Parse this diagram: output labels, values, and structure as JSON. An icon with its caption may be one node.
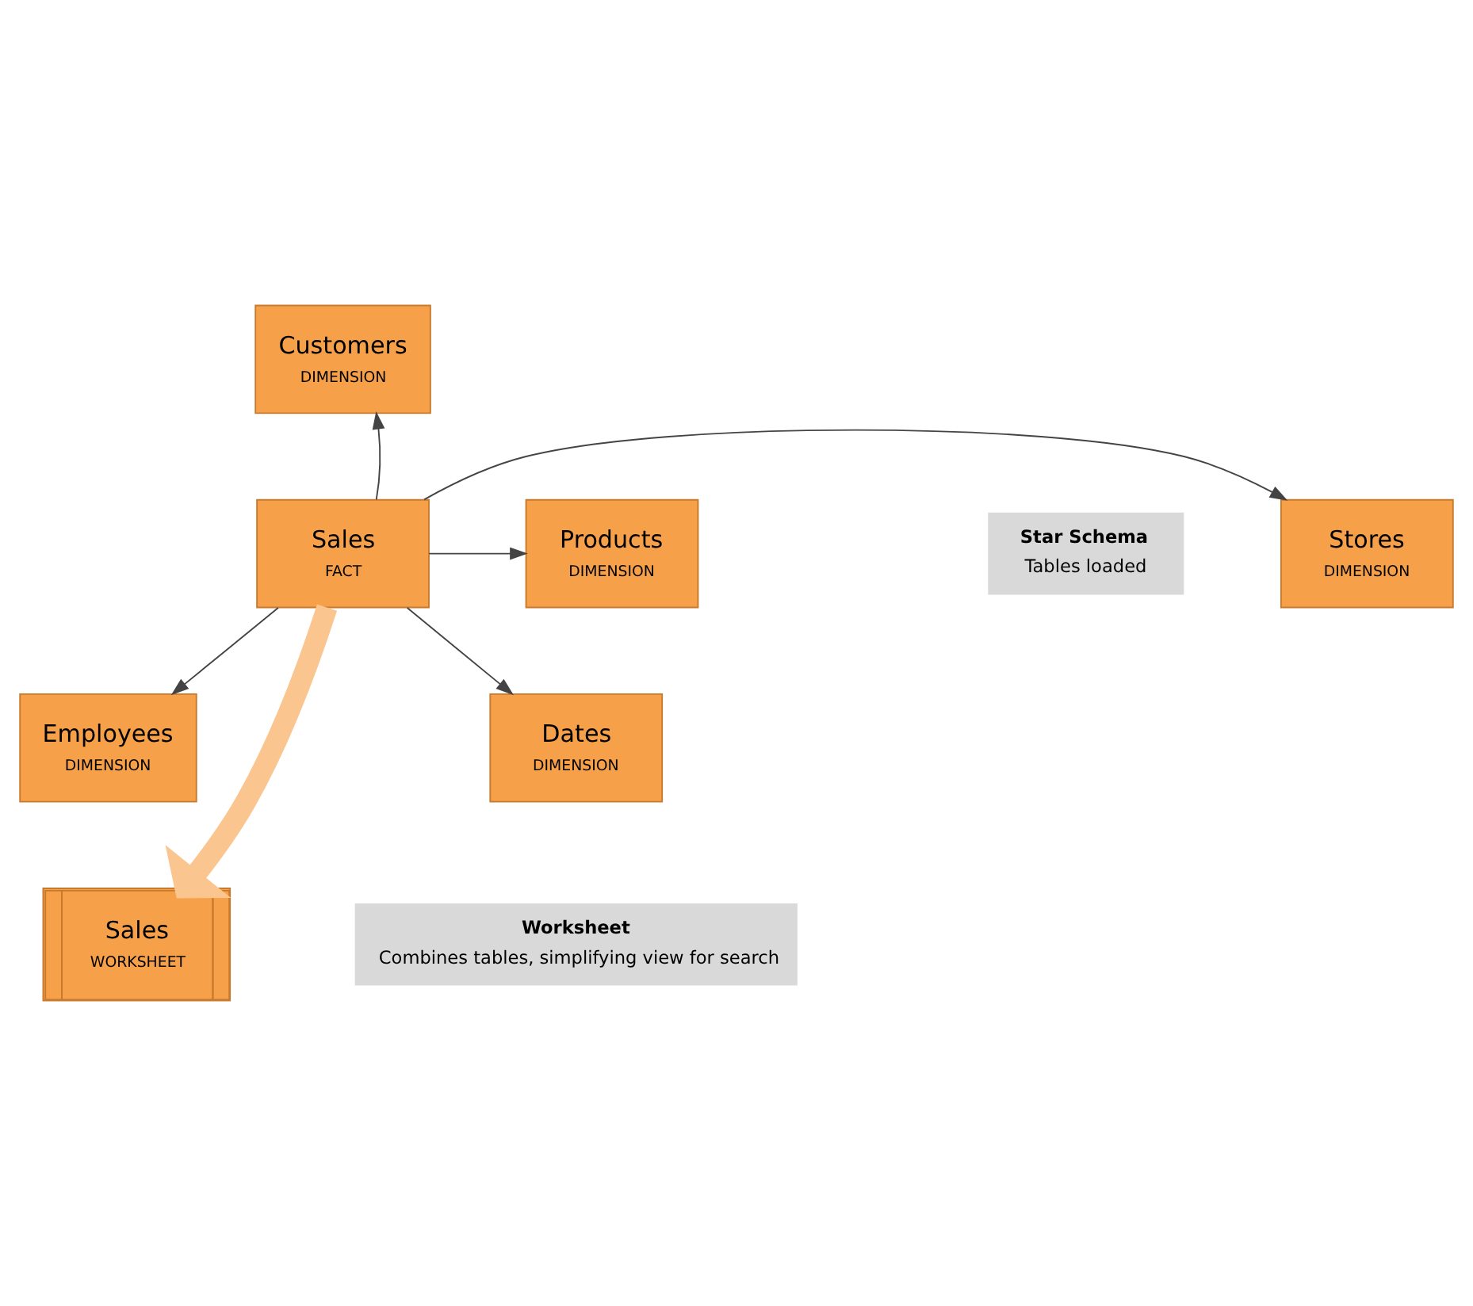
{
  "diagram": {
    "nodes": [
      {
        "text": [
          "Customers",
          "DIMENSION"
        ]
      },
      {
        "text": [
          "Stores",
          "DIMENSION"
        ]
      },
      {
        "text": [
          "Products",
          "DIMENSION"
        ]
      },
      {
        "text": [
          "Sales",
          "FACT"
        ]
      },
      {
        "text": [
          "Employees",
          "DIMENSION"
        ]
      },
      {
        "text": [
          "Dates",
          "DIMENSION"
        ]
      },
      {
        "text": [
          "Sales",
          "WORKSHEET"
        ]
      },
      {
        "text": [
          "Star Schema",
          "Tables loaded"
        ]
      },
      {
        "text": [
          "Worksheet",
          "Combines tables, simplifying view for search"
        ]
      }
    ],
    "edges": [
      {
        "from": 3,
        "to": 0,
        "arrow": "to"
      },
      {
        "from": 3,
        "to": 1,
        "arrow": "to"
      },
      {
        "from": 3,
        "to": 2,
        "arrow": "to"
      },
      {
        "from": 3,
        "to": 4,
        "arrow": "to"
      },
      {
        "from": 3,
        "to": 5,
        "arrow": "to"
      },
      {
        "from": 3,
        "to": 6,
        "arrow": "to",
        "style": "thick",
        "color": "#fbc58f"
      }
    ]
  }
}
